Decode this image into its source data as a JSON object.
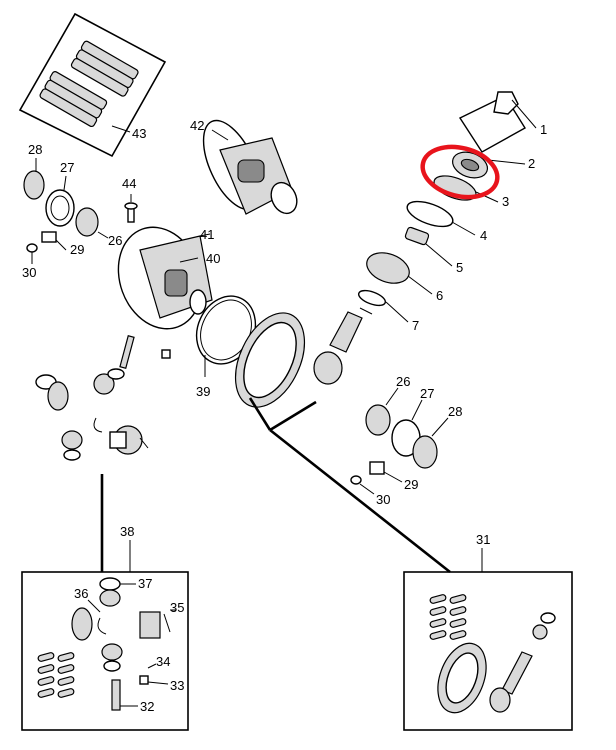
{
  "diagram": {
    "callouts": {
      "c1": "1",
      "c2": "2",
      "c3": "3",
      "c4": "4",
      "c5": "5",
      "c6": "6",
      "c7": "7",
      "c26a": "26",
      "c27a": "27",
      "c28a": "28",
      "c29a": "29",
      "c30a": "30",
      "c26b": "26",
      "c27b": "27",
      "c28b": "28",
      "c29b": "29",
      "c30b": "30",
      "c31": "31",
      "c32": "32",
      "c33": "33",
      "c34": "34",
      "c35": "35",
      "c36": "36",
      "c37": "37",
      "c38": "38",
      "c39": "39",
      "c40": "40",
      "c41": "41",
      "c42": "42",
      "c43": "43",
      "c44": "44"
    },
    "highlight_color": "#e8141c",
    "highlighted_part": "2"
  }
}
